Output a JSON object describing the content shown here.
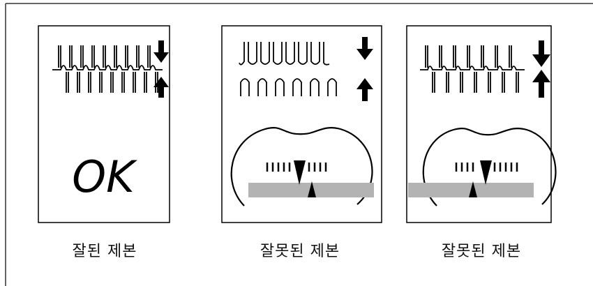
{
  "panels": [
    {
      "id": "good",
      "result_text": "OK",
      "caption": "잘된 제본"
    },
    {
      "id": "bad-1",
      "caption": "잘못된 제본"
    },
    {
      "id": "bad-2",
      "caption": "잘못된 제본"
    }
  ],
  "colors": {
    "stroke": "#000000",
    "gauge_bar": "#b3b3b3",
    "background": "#ffffff"
  }
}
